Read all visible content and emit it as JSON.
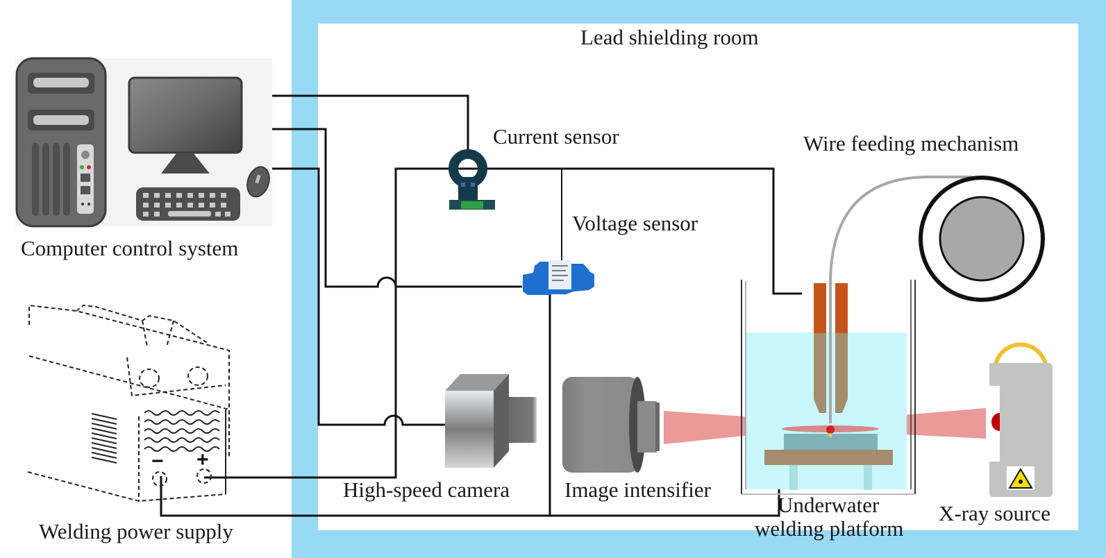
{
  "room": {
    "title": "Lead shielding room",
    "frame_color": "#98daf5",
    "inner_color": "#ffffff"
  },
  "components": {
    "computer": {
      "label": "Computer control system",
      "icon": "desktop-computer-icon"
    },
    "power_supply": {
      "label": "Welding power supply",
      "icon": "welding-machine-icon",
      "negative_terminal": "−",
      "positive_terminal": "+"
    },
    "current_sensor": {
      "label": "Current sensor",
      "icon": "current-sensor-icon"
    },
    "voltage_sensor": {
      "label": "Voltage sensor",
      "icon": "voltage-sensor-icon"
    },
    "camera": {
      "label": "High-speed camera",
      "icon": "camera-icon"
    },
    "intensifier": {
      "label": "Image intensifier",
      "icon": "image-intensifier-icon"
    },
    "wire_feeder": {
      "label": "Wire feeding mechanism",
      "icon": "wire-spool-icon"
    },
    "platform": {
      "label_line1": "Underwater",
      "label_line2": "welding platform",
      "icon": "water-tank-icon"
    },
    "xray": {
      "label": "X-ray source",
      "icon": "xray-source-icon",
      "hazard_icon": "radiation-hazard-icon"
    }
  },
  "colors": {
    "wire": "#111111",
    "water": "#c9f7fb",
    "torch_top": "#c4561c",
    "torch_bottom": "#a48d6e",
    "xray_beam": "#e88888",
    "xray_body": "#c3c3c3",
    "handle": "#f0c030",
    "sensor_blue": "#1e6fd0",
    "sensor_dark": "#143a4a",
    "spool_fill": "#a8a8a8"
  }
}
